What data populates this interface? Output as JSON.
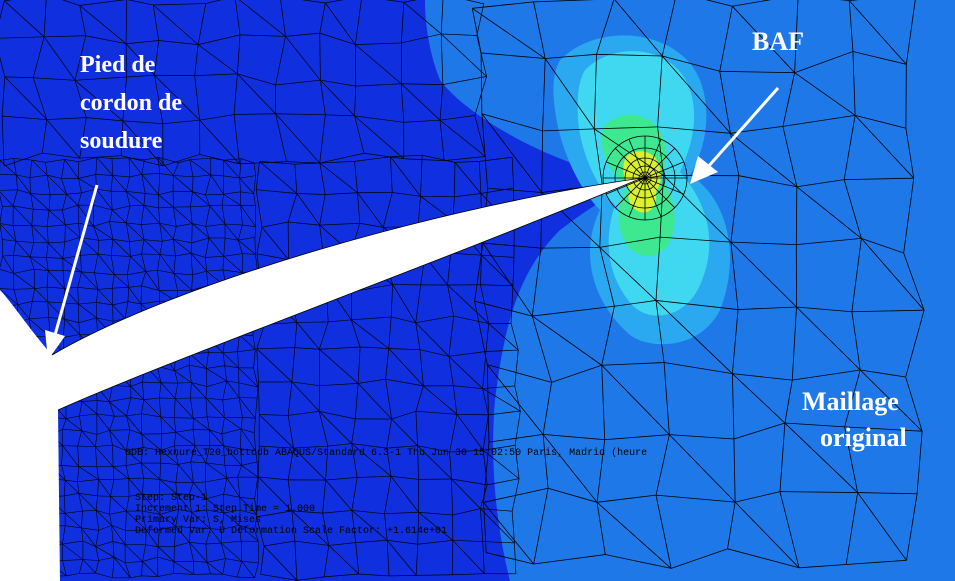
{
  "colors": {
    "background": "#ffffff",
    "coarse_region": "#1030e0",
    "outer_region": "#1e78e8",
    "contour_mid": "#2aa8f0",
    "contour_light": "#40d8f0",
    "contour_green": "#3ee890",
    "contour_yellow": "#d8f030",
    "mesh_line": "#000000",
    "arrow": "#ffffff",
    "annotation_text": "#ffffff"
  },
  "annotations": {
    "weld_toe_line1": "Pied de",
    "weld_toe_line2": "cordon de",
    "weld_toe_line3": "soudure",
    "crack_tip": "BAF",
    "original_mesh_line1": "Maillage",
    "original_mesh_line2": "original"
  },
  "solver_legend": {
    "line1": "ODB: Hexnure_T20_bottodb    ABAQUS/Standard 6.3-1    Thu Jun 30 15:02:50 Paris, Madrid (heure",
    "line2": "Step: Step-1",
    "line3": "Increment      1: Step Time =    1.000",
    "line4": "Primary Var: S, Mises",
    "line5": "Deformed Var: U   Deformation Scale Factor: +1.614e+01"
  },
  "icons": [
    "arrow-weld-toe-icon",
    "arrow-crack-tip-icon"
  ]
}
